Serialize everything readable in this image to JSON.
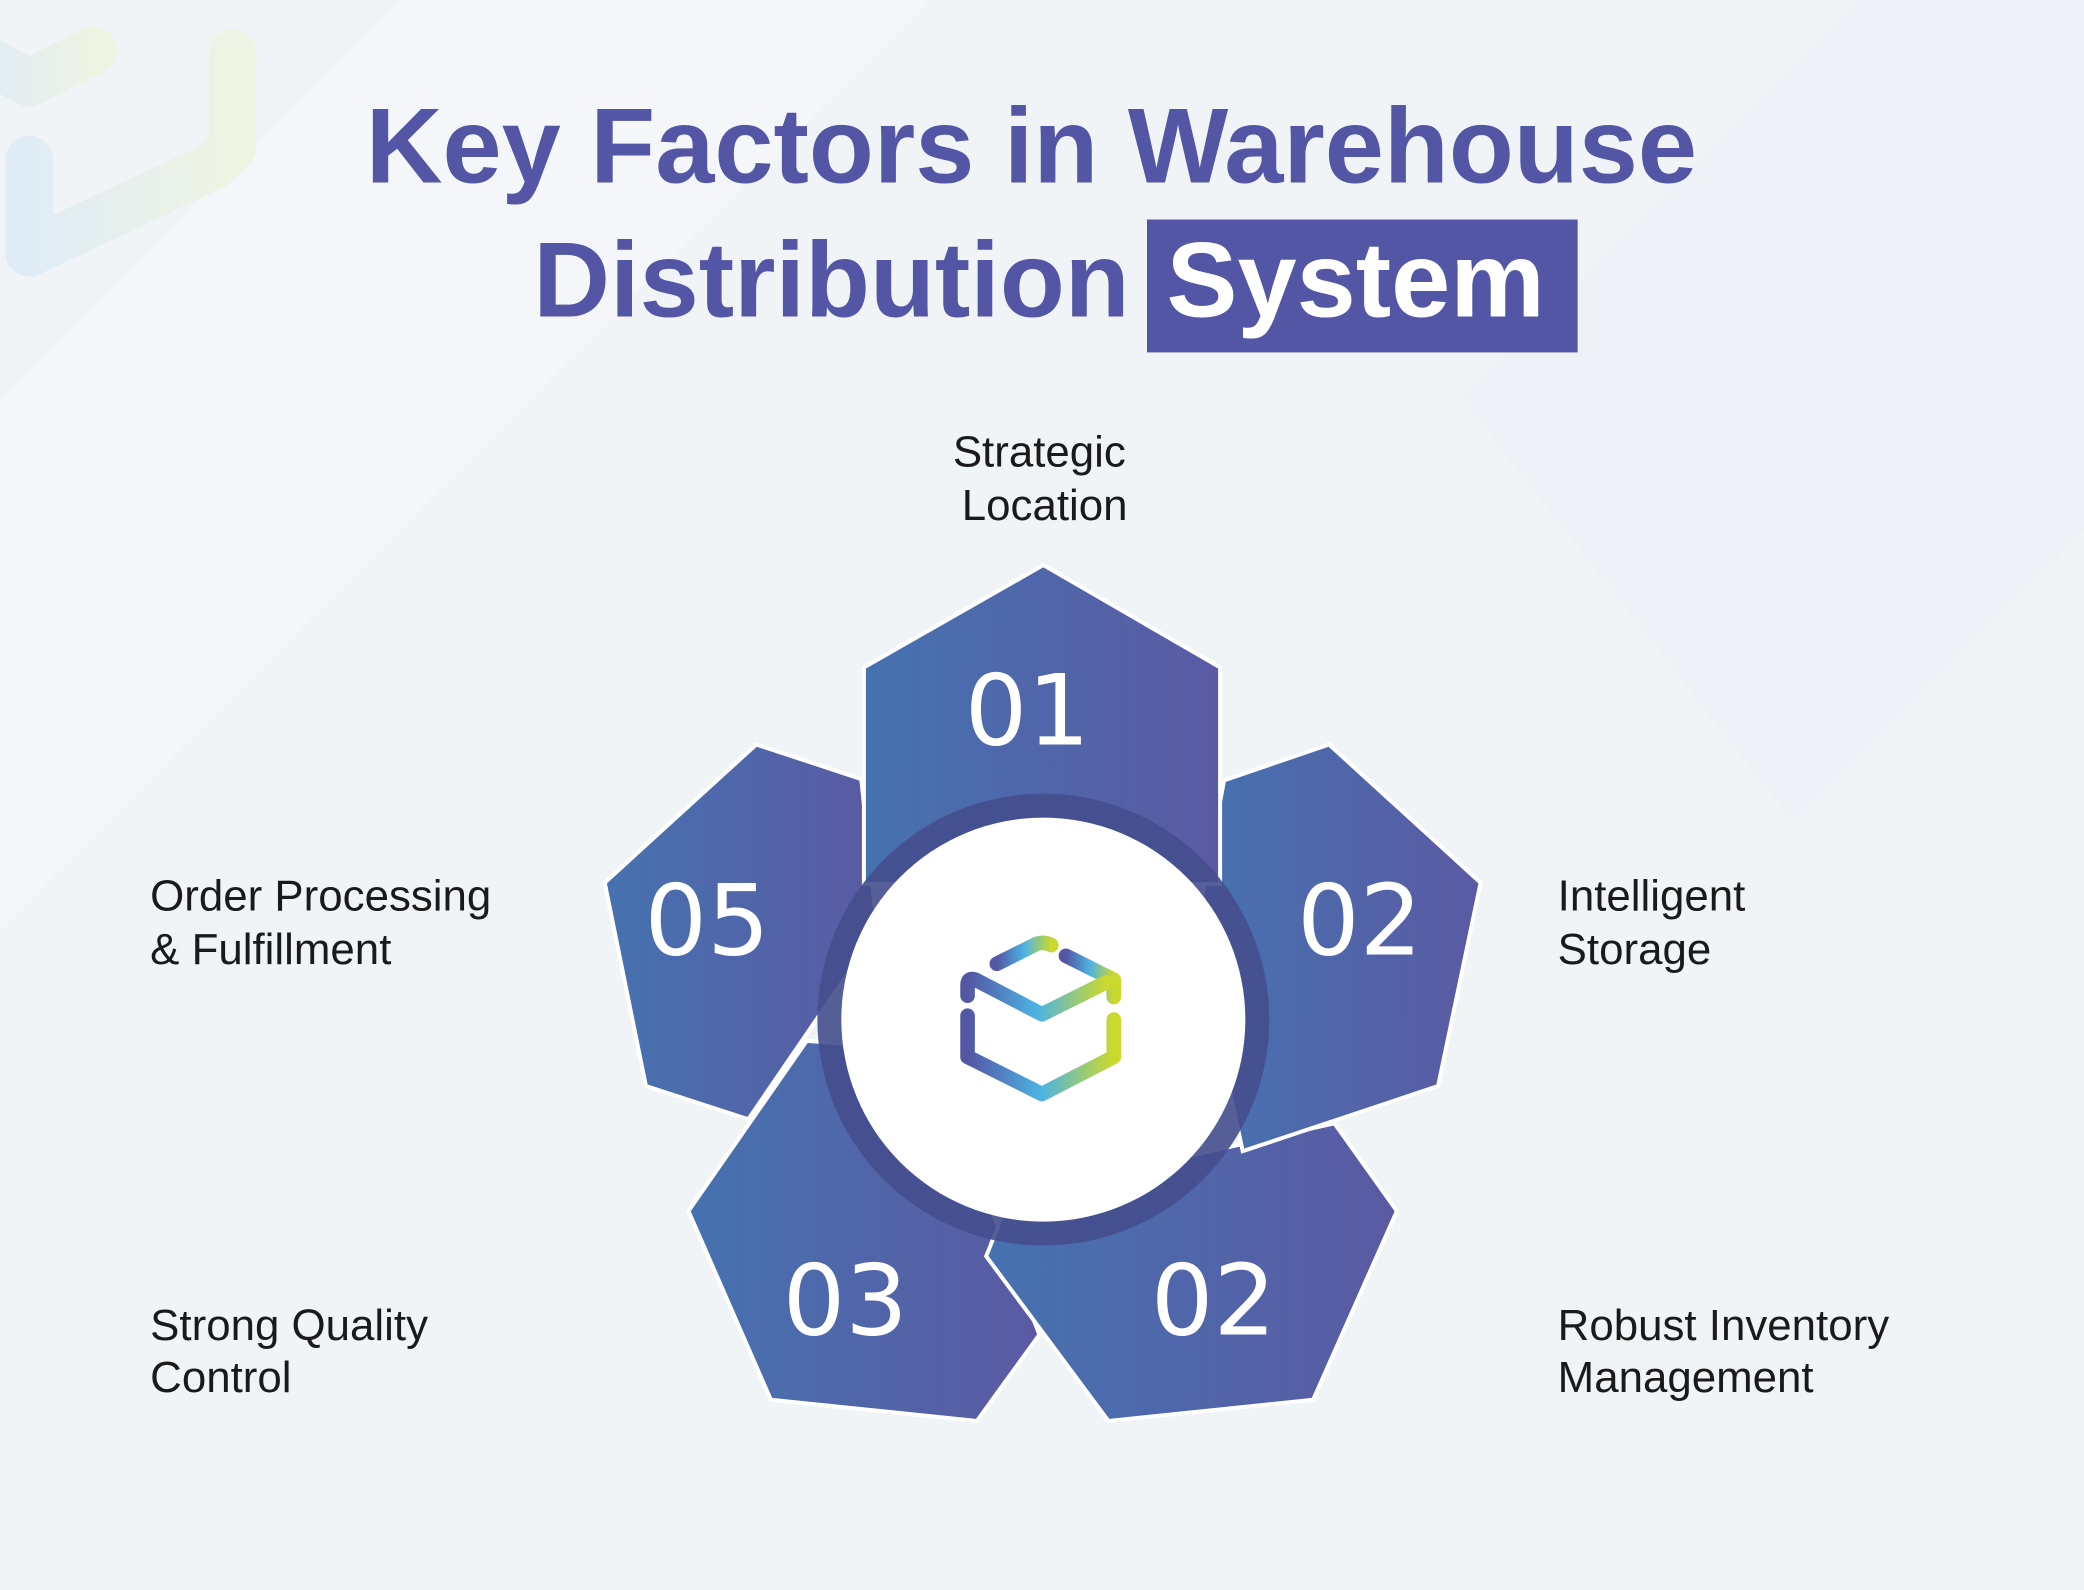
{
  "title": {
    "line1": "Key Factors in Warehouse",
    "line2_plain": "Distribution",
    "line2_highlight": "System"
  },
  "factors": [
    {
      "number": "01",
      "label_line1": "Strategic",
      "label_line2": "Location"
    },
    {
      "number": "02",
      "label_line1": "Intelligent",
      "label_line2": "Storage"
    },
    {
      "number": "02",
      "label_line1": "Robust Inventory",
      "label_line2": "Management"
    },
    {
      "number": "03",
      "label_line1": "Strong Quality",
      "label_line2": "Control"
    },
    {
      "number": "05",
      "label_line1": "Order Processing",
      "label_line2": "& Fulfillment"
    }
  ],
  "center_icon": "box-icon",
  "colors": {
    "brand": "#5355a5",
    "petal_start": "#4672b0",
    "petal_end": "#5a5aa3",
    "ring": "#454e8d"
  }
}
